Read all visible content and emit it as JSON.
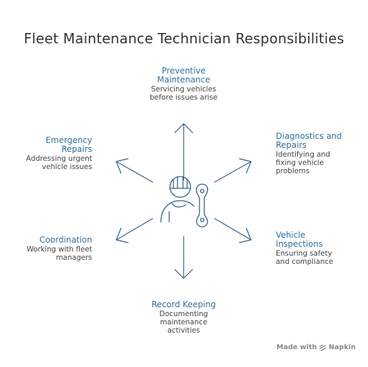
{
  "title": "Fleet Maintenance Technician Responsibilities",
  "nodes": {
    "preventive": {
      "title_line1": "Preventive",
      "title_line2": "Maintenance",
      "desc_line1": "Servicing vehicles",
      "desc_line2": "before issues arise"
    },
    "diagnostics": {
      "title_line1": "Diagnostics and",
      "title_line2": "Repairs",
      "desc_line1": "Identifying and",
      "desc_line2": "fixing vehicle",
      "desc_line3": "problems"
    },
    "inspections": {
      "title_line1": "Vehicle",
      "title_line2": "Inspections",
      "desc_line1": "Ensuring safety",
      "desc_line2": "and compliance"
    },
    "record": {
      "title_line1": "Record Keeping",
      "desc_line1": "Documenting",
      "desc_line2": "maintenance",
      "desc_line3": "activities"
    },
    "coordination": {
      "title_line1": "Coordination",
      "desc_line1": "Working with fleet",
      "desc_line2": "managers"
    },
    "emergency": {
      "title_line1": "Emergency",
      "title_line2": "Repairs",
      "desc_line1": "Addressing urgent",
      "desc_line2": "vehicle issues"
    }
  },
  "center_icon": "technician-with-wrench-icon",
  "footer": {
    "label": "Made with",
    "brand": "Napkin"
  },
  "colors": {
    "accent": "#2a6fb0",
    "line": "#2f5d8a",
    "text": "#444444"
  }
}
